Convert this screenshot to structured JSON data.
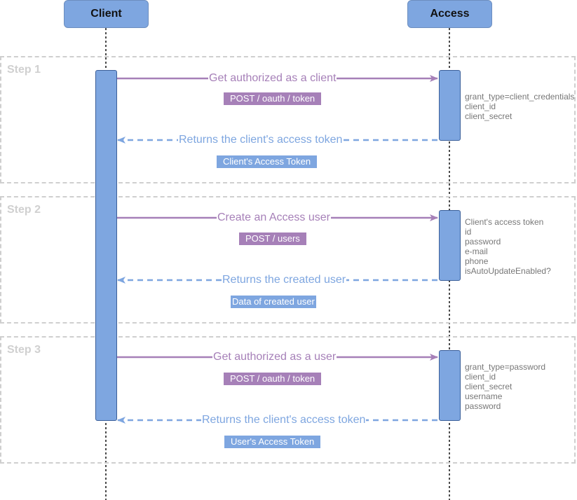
{
  "actors": {
    "client": "Client",
    "access": "Access"
  },
  "colors": {
    "request": "#a680b8",
    "response": "#7ea6e0",
    "lifeline": "#111111",
    "step_border": "#cfcfcf"
  },
  "steps": [
    {
      "label": "Step 1",
      "request": "Get authorized as a client",
      "request_tag": "POST / oauth / token",
      "response": "Returns the client's access token",
      "response_tag": "Client's Access Token",
      "params": [
        "grant_type=client_credentials",
        "client_id",
        "client_secret"
      ]
    },
    {
      "label": "Step 2",
      "request": "Create an Access user",
      "request_tag": "POST / users",
      "response": "Returns the created user",
      "response_tag": "Data of created user",
      "params": [
        "Client's access token",
        "id",
        "password",
        "e-mail",
        "phone",
        "isAutoUpdateEnabled?"
      ]
    },
    {
      "label": "Step 3",
      "request": "Get authorized as a user",
      "request_tag": "POST / oauth / token",
      "response": "Returns the client's access token",
      "response_tag": "User's Access Token",
      "params": [
        "grant_type=password",
        "client_id",
        "client_secret",
        "username",
        "password"
      ]
    }
  ]
}
